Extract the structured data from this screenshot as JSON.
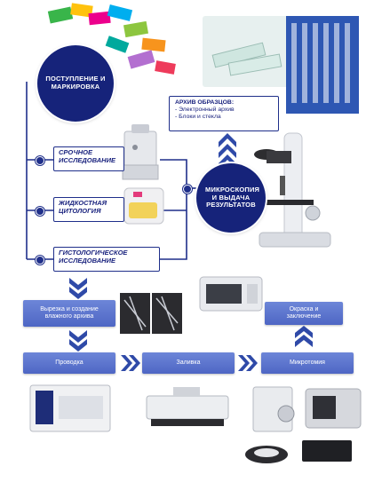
{
  "nodes": {
    "reception": "ПОСТУПЛЕНИЕ И МАРКИРОВКА",
    "microscopy": "МИКРОСКОПИЯ И ВЫДАЧА РЕЗУЛЬТАТОВ",
    "urgent": "СРОЧНОЕ ИССЛЕДОВАНИЕ",
    "liquid": "ЖИДКОСТНАЯ ЦИТОЛОГИЯ",
    "histology": "ГИСТОЛОГИЧЕСКОЕ ИССЛЕДОВАНИЕ",
    "archive_title": "АРХИВ ОБРАЗЦОВ:",
    "archive_item1": "- Электронный архив",
    "archive_item2": "- Блоки и стекла"
  },
  "process": {
    "cutting": "Вырезка и создание влажного архива",
    "staining": "Окраска и заключение",
    "processing": "Проводка",
    "embedding": "Заливка",
    "microtomy": "Микротомия"
  },
  "colors": {
    "navy": "#16237a",
    "border": "#1f2f8a",
    "process_blue": "#5a72cc",
    "arrow_blue": "#2f4aa8"
  }
}
